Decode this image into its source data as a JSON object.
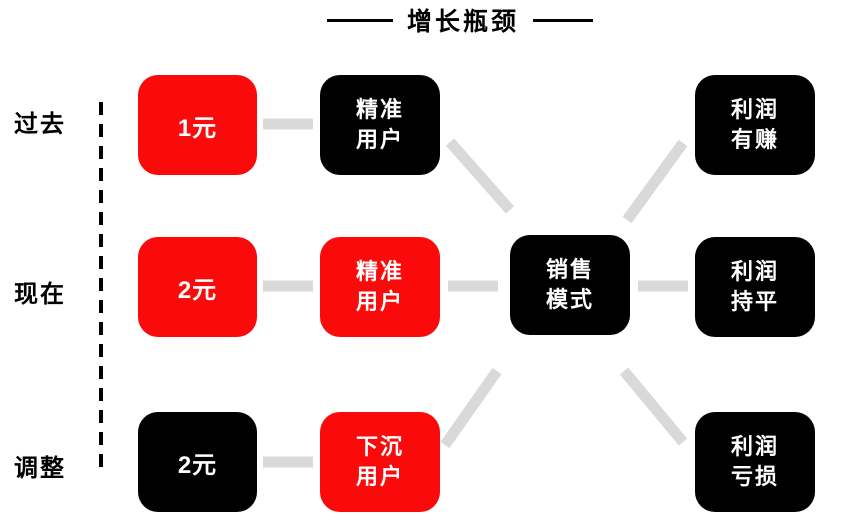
{
  "title": {
    "text": "增长瓶颈"
  },
  "colors": {
    "red": "#fa0a0a",
    "black": "#000000",
    "connector": "#d9d9d9",
    "dash_line": "#000000",
    "text_on_node": "#ffffff"
  },
  "row_labels": [
    "过去",
    "现在",
    "调整"
  ],
  "nodes": {
    "past_cost": {
      "label": "1元",
      "color": "red"
    },
    "past_user": {
      "line1": "精准",
      "line2": "用户",
      "color": "black"
    },
    "past_profit": {
      "line1": "利润",
      "line2": "有赚",
      "color": "black"
    },
    "now_cost": {
      "label": "2元",
      "color": "red"
    },
    "now_user": {
      "line1": "精准",
      "line2": "用户",
      "color": "red"
    },
    "center": {
      "line1": "销售",
      "line2": "模式",
      "color": "black"
    },
    "now_profit": {
      "line1": "利润",
      "line2": "持平",
      "color": "black"
    },
    "adjust_cost": {
      "label": "2元",
      "color": "black"
    },
    "adjust_user": {
      "line1": "下沉",
      "line2": "用户",
      "color": "red"
    },
    "adjust_profit": {
      "line1": "利润",
      "line2": "亏损",
      "color": "black"
    }
  }
}
